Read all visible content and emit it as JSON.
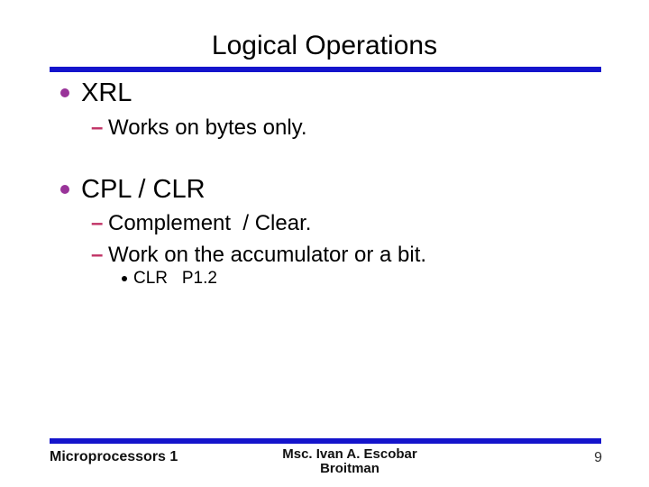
{
  "slide": {
    "title": "Logical Operations",
    "colors": {
      "accent": "#1414cc",
      "bullet": "#993399",
      "dash": "#c13366"
    },
    "markers": {
      "dash": "–"
    },
    "bullets": [
      {
        "level": 1,
        "text": "XRL"
      },
      {
        "level": 2,
        "text": "Works on bytes only."
      },
      {
        "level": 1,
        "text": "CPL / CLR"
      },
      {
        "level": 2,
        "text": "Complement  / Clear."
      },
      {
        "level": 2,
        "text": "Work on the accumulator or a bit."
      },
      {
        "level": 3,
        "text": "CLR   P1.2"
      }
    ],
    "footer": {
      "left": "Microprocessors 1",
      "center_line1": "Msc. Ivan A. Escobar",
      "center_line2": "Broitman",
      "page_number": "9"
    }
  }
}
